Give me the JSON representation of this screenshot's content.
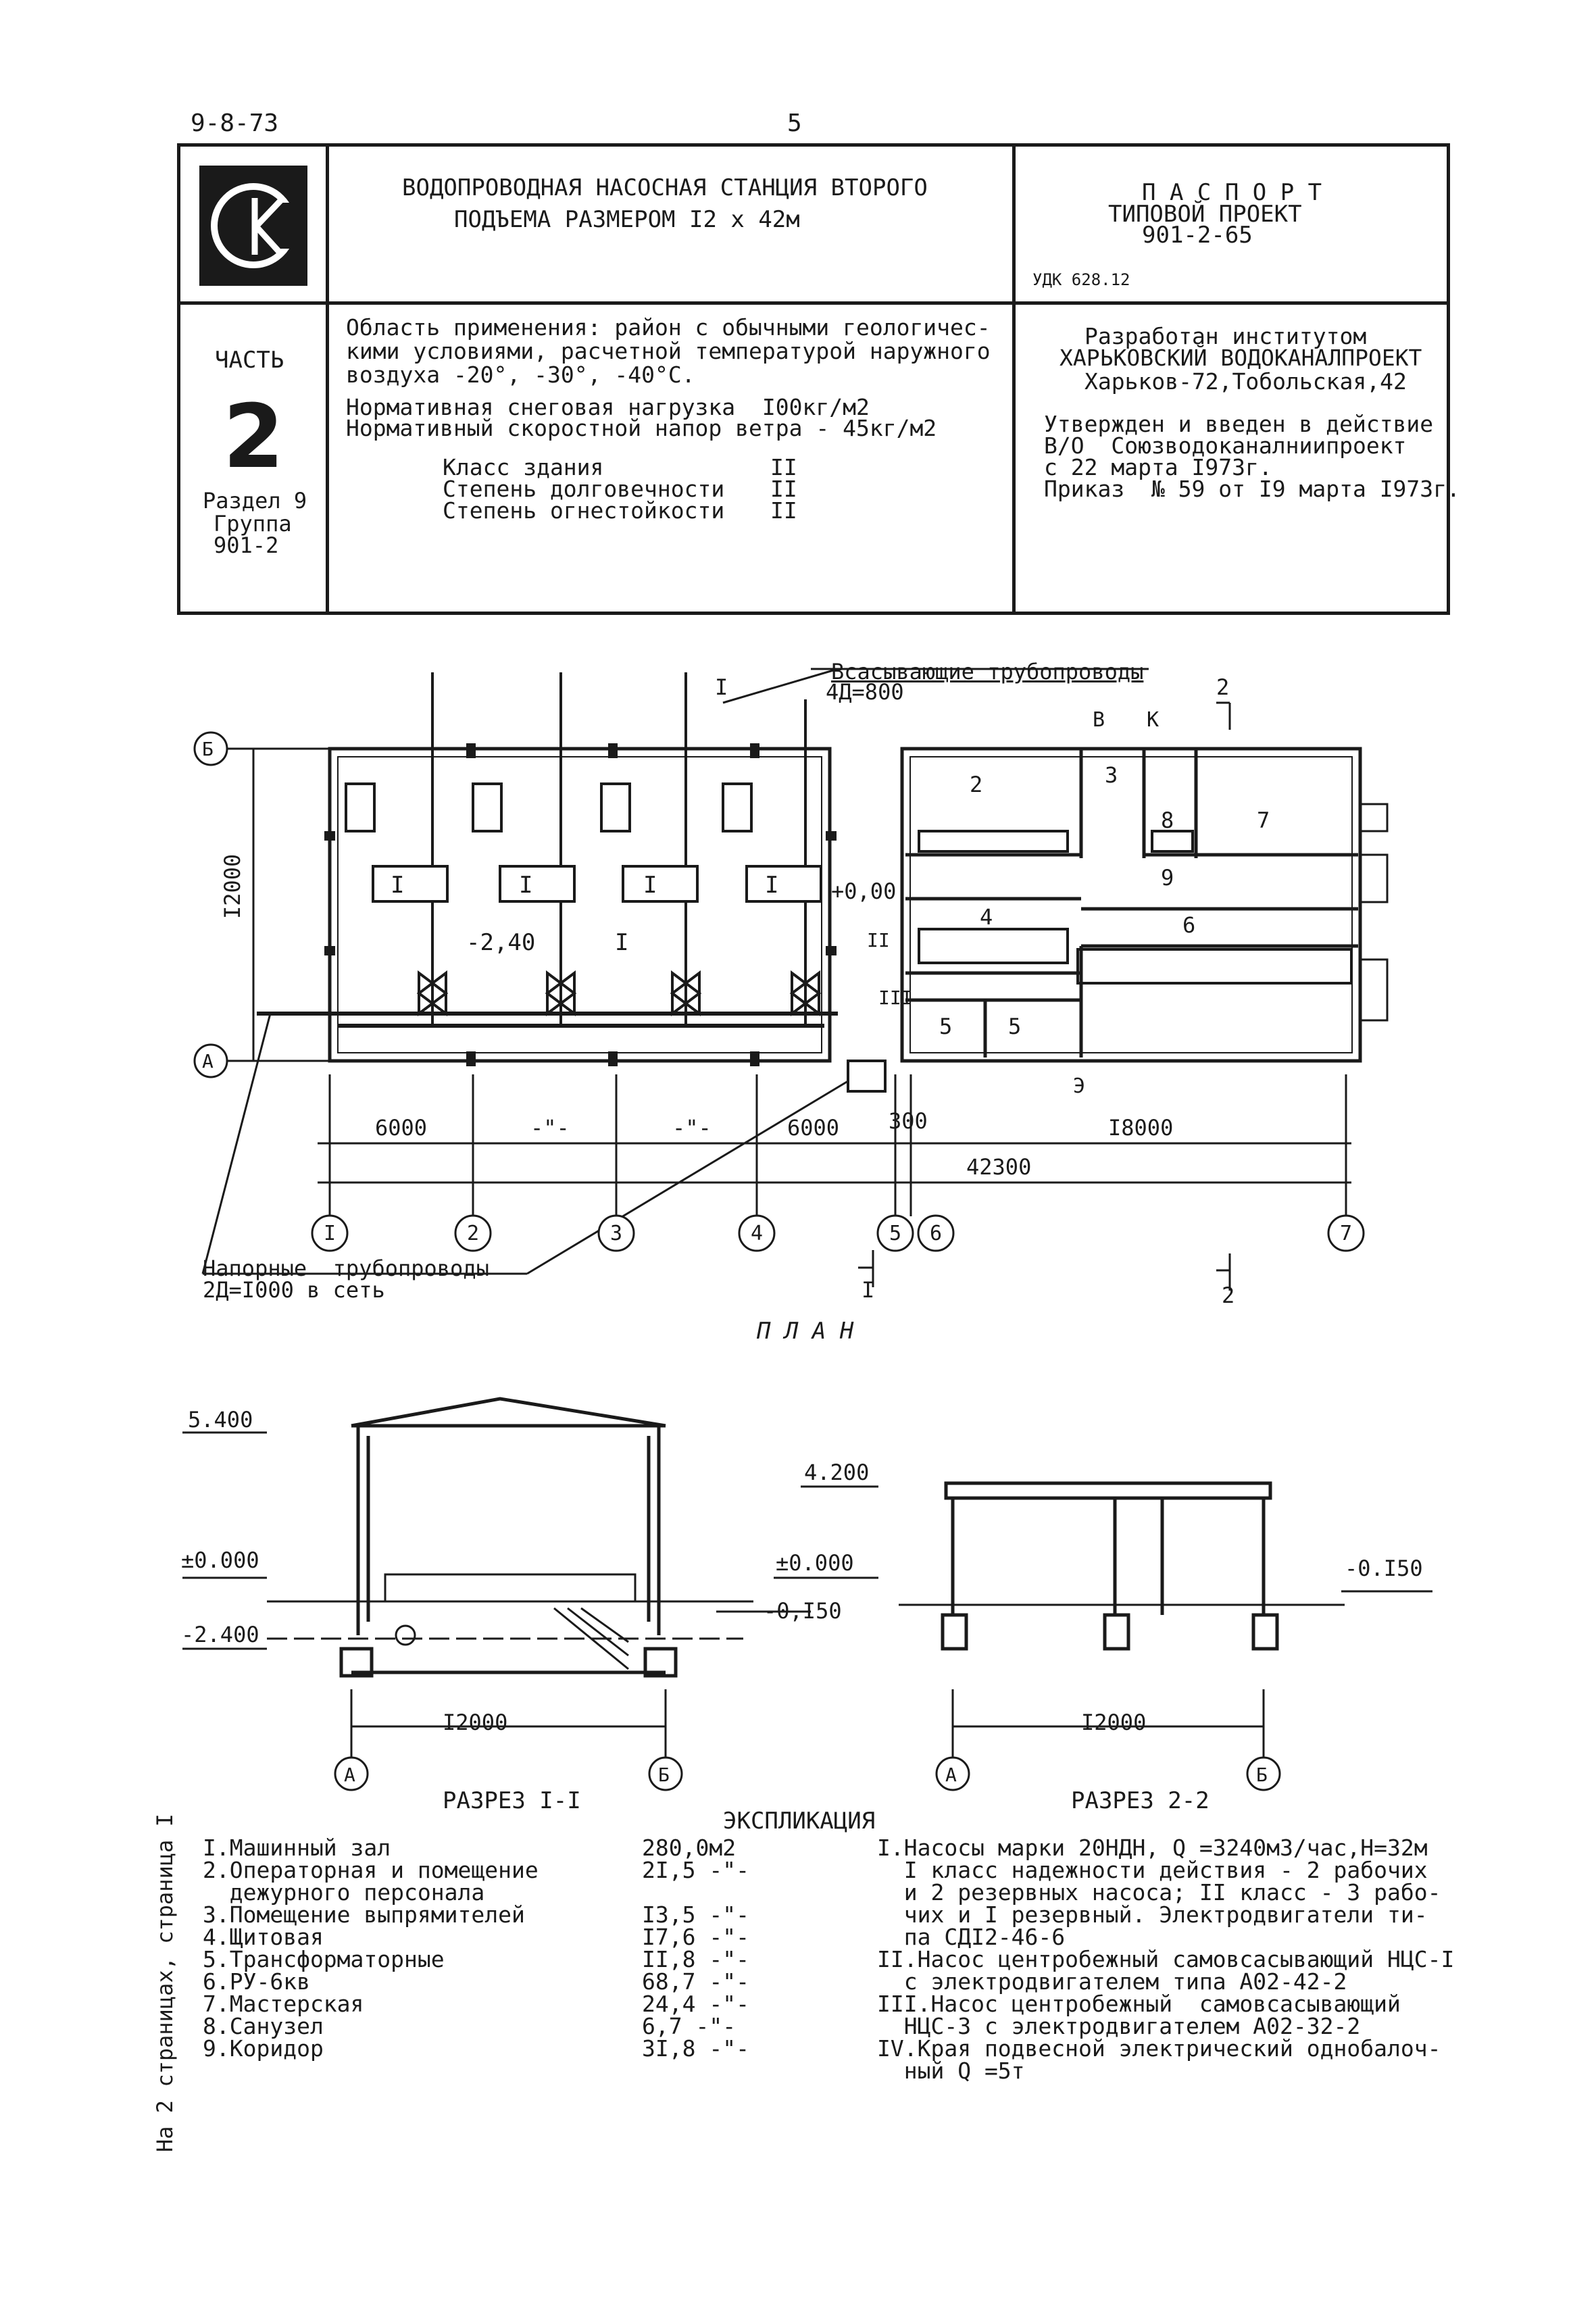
{
  "header": {
    "doc_code": "9-8-73",
    "page_number": "5",
    "title_line1": "ВОДОПРОВОДНАЯ НАСОСНАЯ СТАНЦИЯ ВТОРОГО",
    "title_line2": "ПОДЪЕМА РАЗМЕРОМ I2 x 42м",
    "passport": "П А С П О Р Т",
    "project_type": "ТИПОВОЙ ПРОЕКТ",
    "project_number": "901-2-65",
    "udk": "УДК 628.12",
    "logo_text": "СК"
  },
  "part": {
    "label": "ЧАСТЬ",
    "number": "2",
    "section": "Раздел 9",
    "group": "Группа",
    "group_code": "901-2"
  },
  "application": {
    "line1": "Область применения: район с обычными геологичес-",
    "line2": "кими условиями, расчетной температурой наружного",
    "line3": "воздуха -20°, -30°, -40°С.",
    "snow": "Нормативная снеговая нагрузка  I00кг/м2",
    "wind": "Нормативный скоростной напор ветра - 45кг/м2",
    "props": [
      {
        "name": "Класс здания",
        "value": "II"
      },
      {
        "name": "Степень долговечности",
        "value": "II"
      },
      {
        "name": "Степень огнестойкости",
        "value": "II"
      }
    ]
  },
  "developer": {
    "line1": "Разработан институтом",
    "line2": "ХАРЬКОВСКИЙ ВОДОКАНАЛПРОЕКТ",
    "line3": "Харьков-72,Тобольская,42",
    "line4": "Утвержден и введен в действие",
    "line5": "В/О  Союзводоканалниипроект",
    "line6": "с 22 марта I973г.",
    "line7": "Приказ  № 59 от I9 марта I973г."
  },
  "plan": {
    "caption": "П Л А Н",
    "suction_label": "Всасывающие трубопроводы",
    "suction_spec": "4Д=800",
    "pressure_label": "Напорные  трубопроводы",
    "pressure_spec": "2Д=I000 в сеть",
    "dim_height": "I2000",
    "dim_6000_left": "6000",
    "dim_ditto_1": "-\"-",
    "dim_ditto_2": "-\"-",
    "dim_6000_right": "6000",
    "dim_300": "300",
    "dim_18000": "I8000",
    "dim_total": "42300",
    "level_floor": "-2,40",
    "level_zero": "+0,00",
    "axis_b": "Б",
    "axis_a": "А",
    "axes": [
      "I",
      "2",
      "3",
      "4",
      "5",
      "6",
      "7"
    ],
    "pump_label": "I",
    "room_I": "I",
    "room_numbers": [
      "2",
      "3",
      "4",
      "5",
      "5",
      "6",
      "7",
      "8",
      "9"
    ],
    "mark_ii": "II",
    "mark_iii": "III",
    "section_1": "I",
    "section_2": "2",
    "entry_v": "В",
    "entry_k": "К",
    "entry_e": "Э"
  },
  "section1": {
    "caption": "РАЗРЕЗ I-I",
    "level_top": "5.400",
    "level_zero": "±0.000",
    "level_floor": "-2.400",
    "level_ground": "-0,I50",
    "width": "I2000",
    "axis_a": "А",
    "axis_b": "Б"
  },
  "section2": {
    "caption": "РАЗРЕЗ 2-2",
    "level_top": "4.200",
    "level_zero": "±0.000",
    "level_ground": "-0.I50",
    "width": "I2000",
    "axis_a": "А",
    "axis_b": "Б"
  },
  "explication": {
    "title": "ЭКСПЛИКАЦИЯ",
    "rooms": [
      {
        "name": "I.Машинный зал",
        "area": "280,0м2"
      },
      {
        "name": "2.Операторная и помещение",
        "area": "2I,5 -\"-"
      },
      {
        "name": "  дежурного персонала",
        "area": ""
      },
      {
        "name": "3.Помещение выпрямителей",
        "area": "I3,5 -\"-"
      },
      {
        "name": "4.Щитовая",
        "area": "I7,6 -\"-"
      },
      {
        "name": "5.Трансформаторные",
        "area": "II,8 -\"-"
      },
      {
        "name": "6.РУ-6кв",
        "area": "68,7 -\"-"
      },
      {
        "name": "7.Мастерская",
        "area": "24,4 -\"-"
      },
      {
        "name": "8.Санузел",
        "area": "6,7 -\"-"
      },
      {
        "name": "9.Коридор",
        "area": "3I,8 -\"-"
      }
    ],
    "equipment": [
      "I.Насосы марки 20НДН, Q =3240м3/час,Н=32м",
      "  I класс надежности действия - 2 рабочих",
      "  и 2 резервных насоса; II класс - 3 рабо-",
      "  чих и I резервный. Электродвигатели ти-",
      "  па СДI2-46-6",
      "II.Насос центробежный самовсасывающий НЦС-I",
      "  с электродвигателем типа А02-42-2",
      "III.Насос центробежный  самовсасывающий",
      "  НЦС-3 с электродвигателем А02-32-2",
      "IV.Края подвесной электрический однобалоч-",
      "  ный Q =5т"
    ]
  },
  "margin_note": "На 2 страницах, страница I"
}
